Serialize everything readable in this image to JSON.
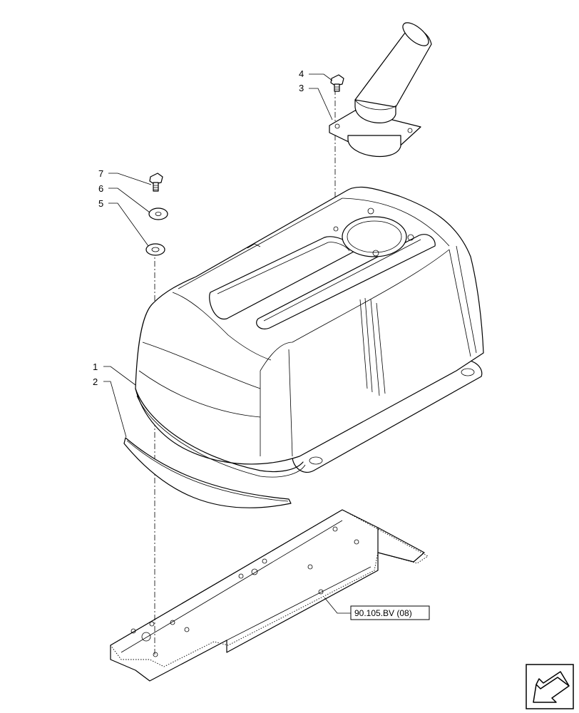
{
  "callouts": [
    {
      "id": "1",
      "label": "1"
    },
    {
      "id": "2",
      "label": "2"
    },
    {
      "id": "3",
      "label": "3"
    },
    {
      "id": "4",
      "label": "4"
    },
    {
      "id": "5",
      "label": "5"
    },
    {
      "id": "6",
      "label": "6"
    },
    {
      "id": "7",
      "label": "7"
    }
  ],
  "reference_box": {
    "label": "90.105.BV (08)"
  },
  "icons": {
    "nav_arrow": "next-page-arrow-icon"
  }
}
